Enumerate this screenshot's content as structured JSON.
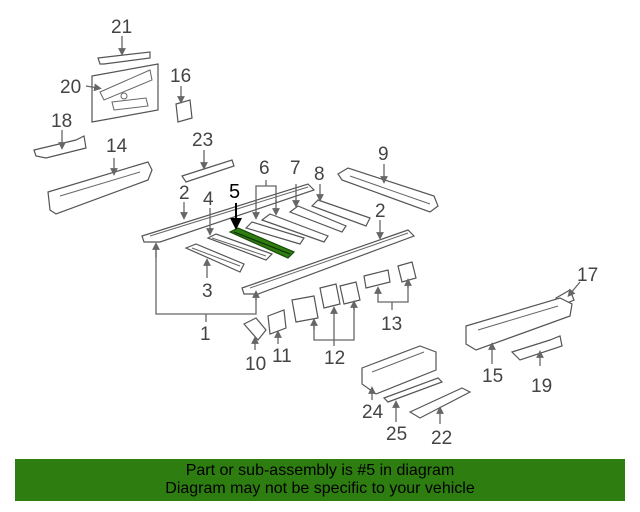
{
  "callouts": {
    "c1": "1",
    "c2a": "2",
    "c2b": "2",
    "c3": "3",
    "c4": "4",
    "c5": "5",
    "c6": "6",
    "c7": "7",
    "c8": "8",
    "c9": "9",
    "c10": "10",
    "c11": "11",
    "c12": "12",
    "c13": "13",
    "c14": "14",
    "c15": "15",
    "c16": "16",
    "c17": "17",
    "c18": "18",
    "c19": "19",
    "c20": "20",
    "c21": "21",
    "c22": "22",
    "c23": "23",
    "c24": "24",
    "c25": "25"
  },
  "highlight_color": "#2e7d11",
  "banner": {
    "line1": "Part or sub-assembly is #5 in diagram",
    "line2": "Diagram may not be specific to your vehicle"
  }
}
